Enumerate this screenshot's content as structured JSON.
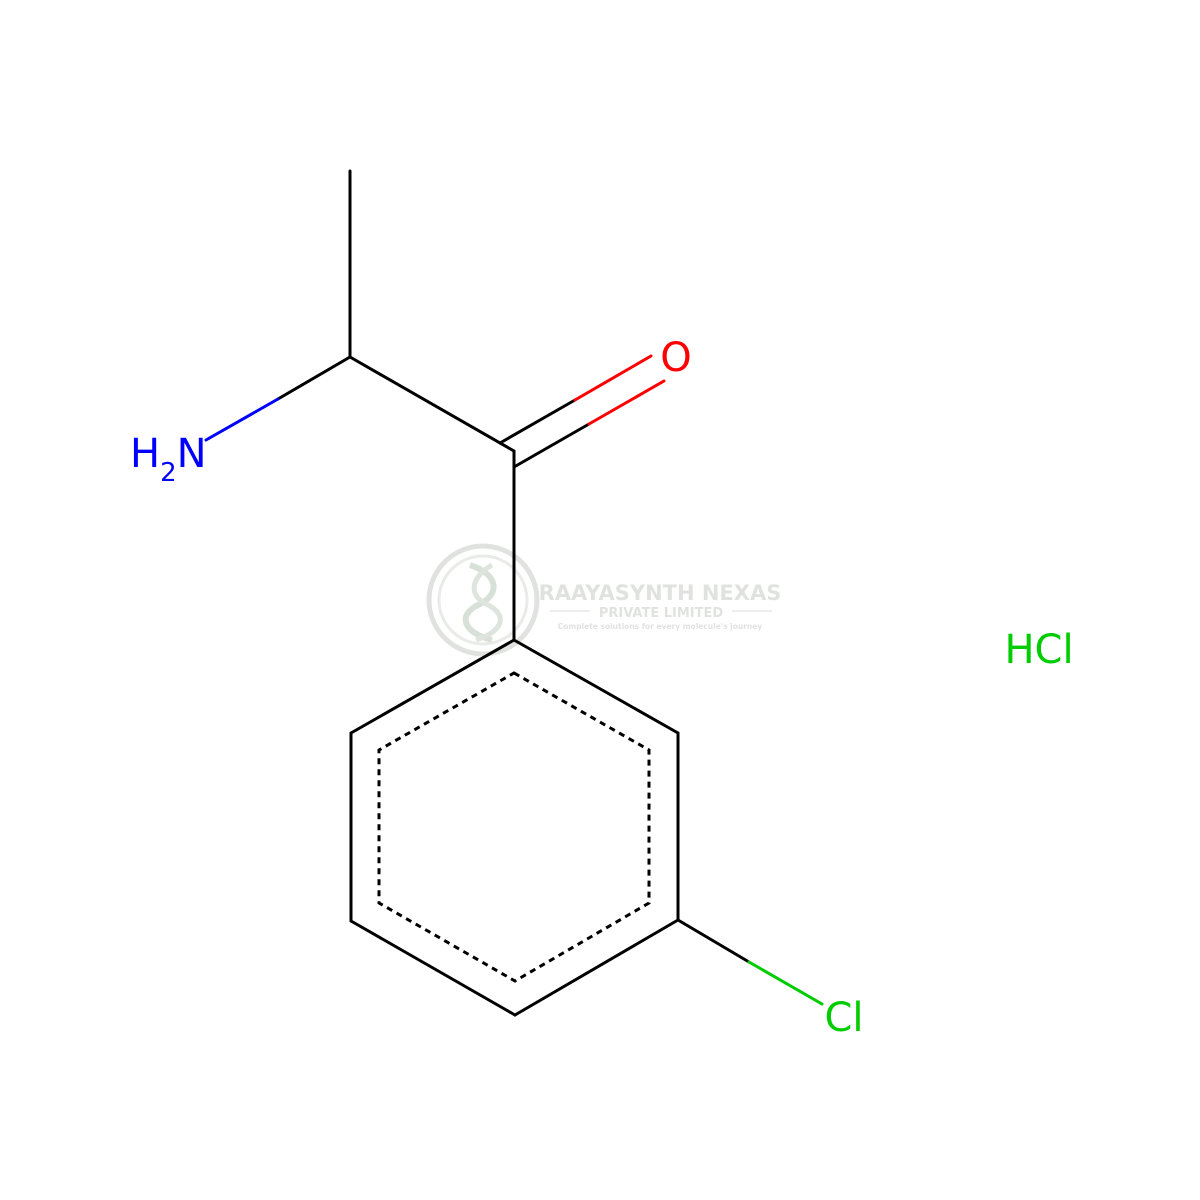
{
  "molecule": {
    "atoms": {
      "amine": {
        "main": "H",
        "sub": "2",
        "tail": "N",
        "color": "#0000ff"
      },
      "oxygen": {
        "text": "O",
        "color": "#ff0000"
      },
      "chlorine": {
        "text": "Cl",
        "color": "#00cc00"
      },
      "salt": {
        "text": "HCl",
        "color": "#00cc00"
      }
    },
    "bond_color": "#000000"
  },
  "watermark": {
    "company": "RAAYASYNTH NEXAS",
    "subtitle": "PRIVATE LIMITED",
    "tagline": "Complete solutions for every molecule's journey",
    "color": "#c8ccc8"
  }
}
